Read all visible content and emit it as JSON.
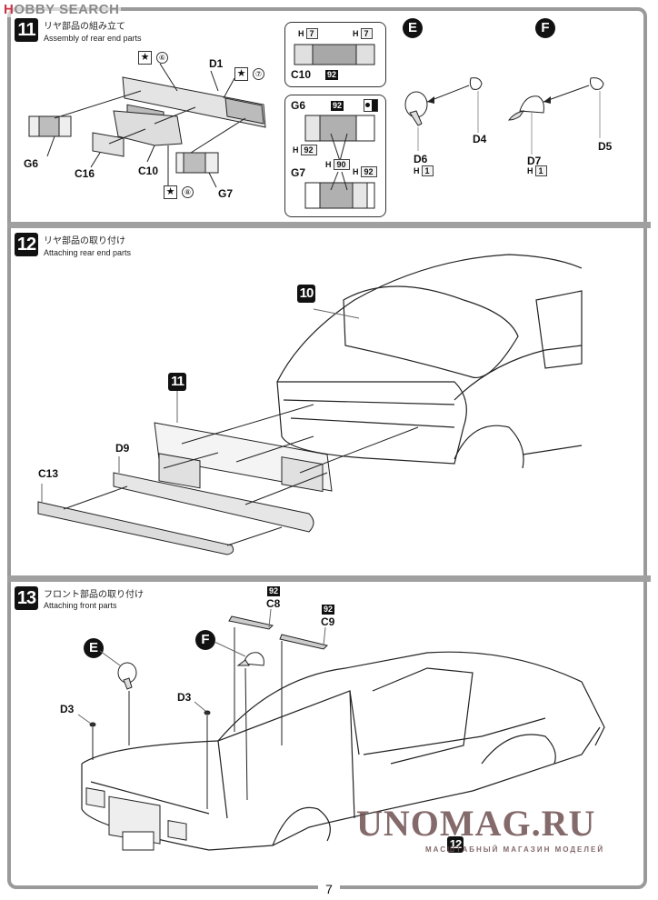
{
  "watermark_top": {
    "logo_accent": "H",
    "logo_rest": "OBBY SEARCH"
  },
  "page_number": "7",
  "watermark_bottom": {
    "title": "UNOMAG.RU",
    "subtitle": "МАСШТАБНЫЙ МАГАЗИН МОДЕЛЕЙ"
  },
  "steps": [
    {
      "number": "11",
      "title_jp": "リヤ部品の組み立て",
      "title_en": "Assembly of rear end parts",
      "parts": [
        "D1",
        "G6",
        "C16",
        "C10",
        "G7"
      ],
      "markers": [
        {
          "icon": "star-icon",
          "num": "⑥"
        },
        {
          "icon": "star-icon",
          "num": "⑦"
        },
        {
          "icon": "star-icon",
          "num": "⑧"
        }
      ],
      "color_box_c10": {
        "part": "C10",
        "h_left": "7",
        "h_right": "7",
        "center_color": "92",
        "h_label": "H"
      },
      "color_box_g6g7": {
        "g6": "G6",
        "g7": "G7",
        "top_color": "92",
        "g6_h": "92",
        "g7_h": "92",
        "center_h": "90",
        "h_label": "H"
      },
      "sub_e": {
        "letter": "E",
        "part_a": "D6",
        "part_b": "D4",
        "h_label": "H",
        "h_value": "1"
      },
      "sub_f": {
        "letter": "F",
        "part_a": "D7",
        "part_b": "D5",
        "h_label": "H",
        "h_value": "1"
      }
    },
    {
      "number": "12",
      "title_jp": "リヤ部品の取り付け",
      "title_en": "Attaching rear end parts",
      "ref_body": "10",
      "ref_assembly": "11",
      "parts": [
        "D9",
        "C13"
      ]
    },
    {
      "number": "13",
      "title_jp": "フロント部品の取り付け",
      "title_en": "Attaching front parts",
      "ref_e": "E",
      "ref_f": "F",
      "wiper_c8": {
        "part": "C8",
        "color": "92"
      },
      "wiper_c9": {
        "part": "C9",
        "color": "92"
      },
      "d3_left": "D3",
      "d3_right": "D3",
      "ref_body": "12"
    }
  ]
}
